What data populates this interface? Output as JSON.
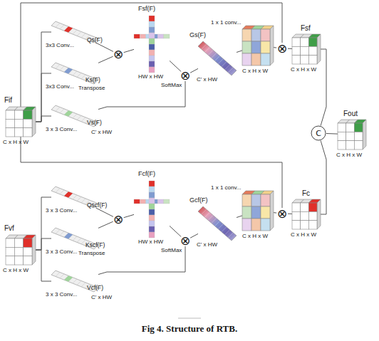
{
  "diagram": {
    "caption": "Fig 4. Structure of RTB.",
    "nodes": [
      {
        "text": [
          "Fif",
          "C x H x W"
        ]
      },
      {
        "text": [
          "3x3 Conv...",
          "Qs(F)"
        ]
      },
      {
        "text": [
          "3x3 Conv...",
          "Ks(F)"
        ]
      },
      {
        "text": [
          "3 x 3 Conv...",
          "Vs(F)",
          "C' x HW"
        ]
      },
      {
        "text": [
          "⊗"
        ]
      },
      {
        "text": [
          "Fsf(F)",
          "HW x HW"
        ]
      },
      {
        "text": [
          "⊗"
        ]
      },
      {
        "text": [
          "Gs(F)",
          "C' x HW"
        ]
      },
      {
        "text": [
          "C x H x W"
        ]
      },
      {
        "text": [
          "⊗"
        ]
      },
      {
        "text": [
          "Fsf",
          "C x H x W"
        ]
      },
      {
        "text": [
          "Fvf",
          "C x H x W"
        ]
      },
      {
        "text": [
          "3 x 3 Conv...",
          "Qscf(F)"
        ]
      },
      {
        "text": [
          "3 x 3 Conv...",
          "Kscf(F)"
        ]
      },
      {
        "text": [
          "3 x 3 Conv...",
          "Vcf(F)",
          "C' x HW"
        ]
      },
      {
        "text": [
          "⊗"
        ]
      },
      {
        "text": [
          "Fcf(F)",
          "HW x HW"
        ]
      },
      {
        "text": [
          "⊗"
        ]
      },
      {
        "text": [
          "Gcf(F)",
          "C' x HW"
        ]
      },
      {
        "text": [
          "C x H x W"
        ]
      },
      {
        "text": [
          "⊗"
        ]
      },
      {
        "text": [
          "Fc",
          "C x H x W"
        ]
      },
      {
        "text": [
          "C"
        ]
      },
      {
        "text": [
          "Fout",
          "C x H x W"
        ]
      }
    ],
    "edges": [
      {
        "from": 0,
        "to": 1,
        "arrow": "none"
      },
      {
        "from": 0,
        "to": 2,
        "arrow": "none"
      },
      {
        "from": 0,
        "to": 3,
        "arrow": "none"
      },
      {
        "from": 1,
        "to": 4,
        "arrow": "none"
      },
      {
        "from": 2,
        "to": 4,
        "label": "Transpose",
        "arrow": "none"
      },
      {
        "from": 4,
        "to": 5,
        "arrow": "none"
      },
      {
        "from": 5,
        "to": 6,
        "label": "SoftMax",
        "arrow": "none"
      },
      {
        "from": 3,
        "to": 6,
        "arrow": "none"
      },
      {
        "from": 6,
        "to": 7,
        "arrow": "none"
      },
      {
        "from": 7,
        "to": 8,
        "label": "1 x 1 conv...",
        "arrow": "none"
      },
      {
        "from": 8,
        "to": 9,
        "arrow": "none"
      },
      {
        "from": 0,
        "to": 9,
        "arrow": "none"
      },
      {
        "from": 9,
        "to": 10,
        "arrow": "none"
      },
      {
        "from": 10,
        "to": 22,
        "arrow": "none"
      },
      {
        "from": 11,
        "to": 12,
        "arrow": "none"
      },
      {
        "from": 11,
        "to": 13,
        "arrow": "none"
      },
      {
        "from": 11,
        "to": 14,
        "arrow": "none"
      },
      {
        "from": 12,
        "to": 15,
        "arrow": "none"
      },
      {
        "from": 13,
        "to": 15,
        "label": "Transpose",
        "arrow": "none"
      },
      {
        "from": 15,
        "to": 16,
        "arrow": "none"
      },
      {
        "from": 16,
        "to": 17,
        "label": "SoftMax",
        "arrow": "none"
      },
      {
        "from": 14,
        "to": 17,
        "arrow": "none"
      },
      {
        "from": 17,
        "to": 18,
        "arrow": "none"
      },
      {
        "from": 18,
        "to": 19,
        "label": "1 x 1 conv...",
        "arrow": "none"
      },
      {
        "from": 19,
        "to": 20,
        "arrow": "none"
      },
      {
        "from": 0,
        "to": 20,
        "arrow": "none"
      },
      {
        "from": 20,
        "to": 21,
        "arrow": "none"
      },
      {
        "from": 21,
        "to": 22,
        "arrow": "none"
      },
      {
        "from": 22,
        "to": 23,
        "arrow": "none"
      }
    ]
  }
}
